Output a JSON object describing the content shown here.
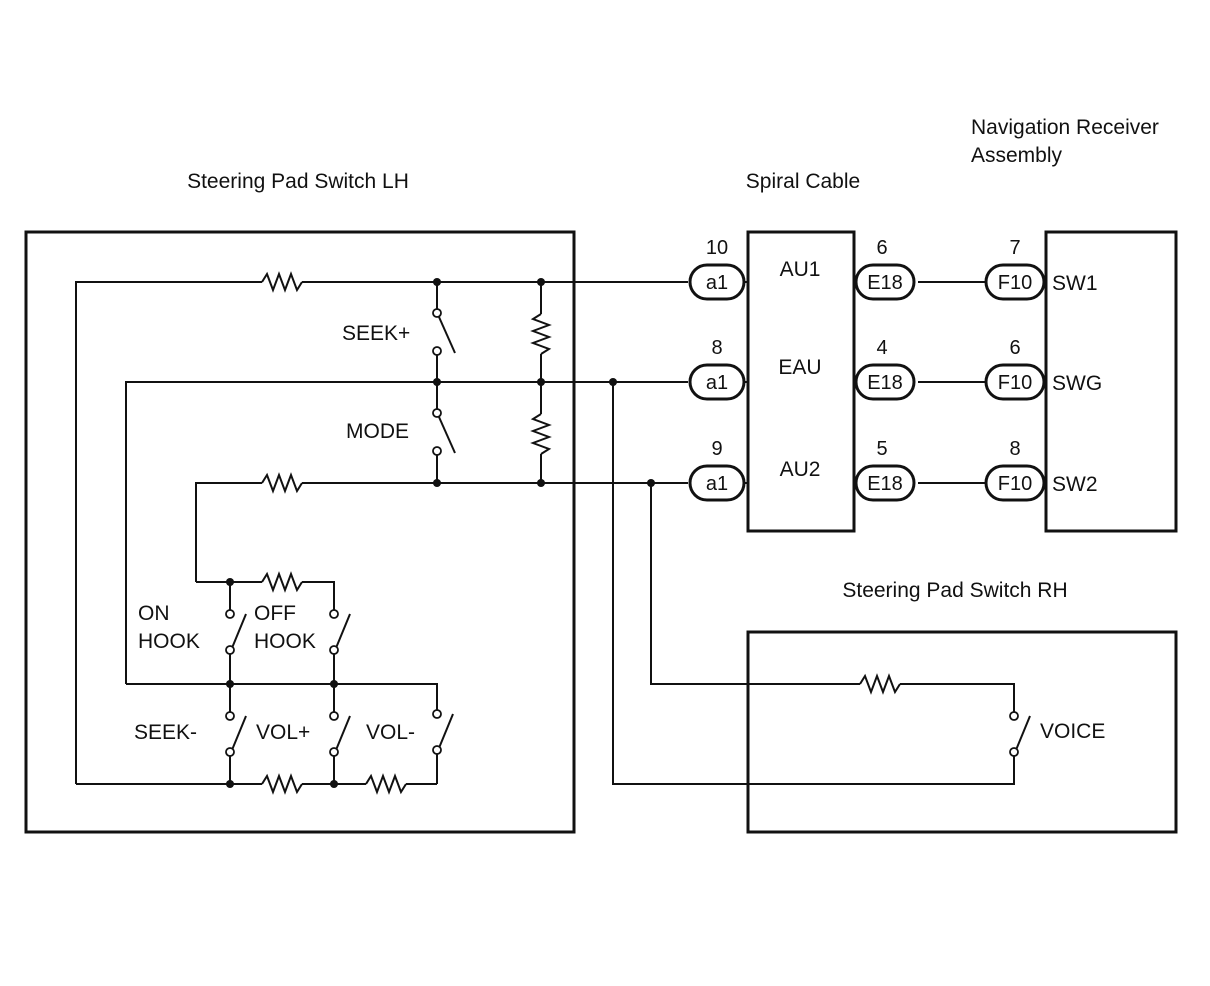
{
  "title_lh": "Steering Pad Switch LH",
  "title_spiral": "Spiral Cable",
  "title_nav": [
    "Navigation Receiver",
    "Assembly"
  ],
  "title_rh": "Steering Pad Switch RH",
  "switches": {
    "seek_plus": "SEEK+",
    "mode": "MODE",
    "on_hook": [
      "ON",
      "HOOK"
    ],
    "off_hook": [
      "OFF",
      "HOOK"
    ],
    "seek_minus": "SEEK-",
    "vol_plus": "VOL+",
    "vol_minus": "VOL-",
    "voice": "VOICE"
  },
  "lines": [
    {
      "a1_pin": "10",
      "a1": "a1",
      "spiral_term": "AU1",
      "e18_pin": "6",
      "e18": "E18",
      "f10_pin": "7",
      "f10": "F10",
      "nav_term": "SW1"
    },
    {
      "a1_pin": "8",
      "a1": "a1",
      "spiral_term": "EAU",
      "e18_pin": "4",
      "e18": "E18",
      "f10_pin": "6",
      "f10": "F10",
      "nav_term": "SWG"
    },
    {
      "a1_pin": "9",
      "a1": "a1",
      "spiral_term": "AU2",
      "e18_pin": "5",
      "e18": "E18",
      "f10_pin": "8",
      "f10": "F10",
      "nav_term": "SW2"
    }
  ]
}
